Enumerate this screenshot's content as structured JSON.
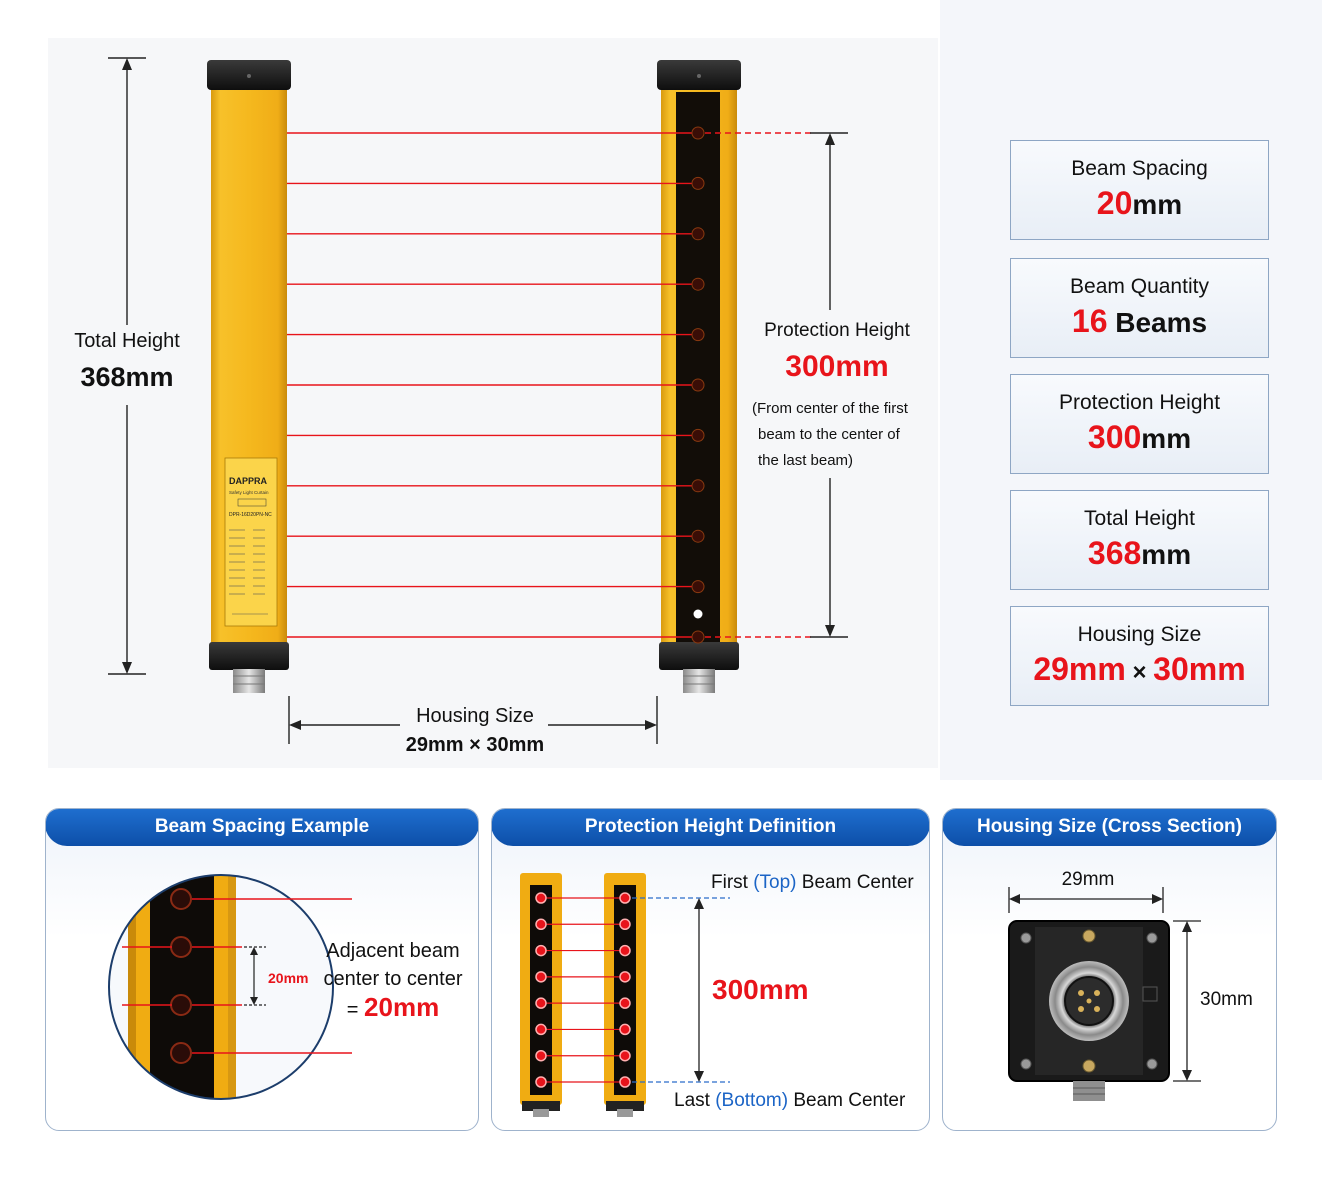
{
  "diagram": {
    "total_height_label": "Total Height",
    "total_height_value": "368mm",
    "protection_height_label": "Protection Height",
    "protection_height_value": "300mm",
    "protection_note": [
      "(From center of the first",
      "beam to the center of",
      "the last beam)"
    ],
    "housing_label": "Housing Size",
    "housing_value": "29mm × 30mm",
    "device_label": {
      "brand": "DAPPRA",
      "subtitle": "Safety Light Curtain",
      "model": "DPR-16D20PN-NC"
    },
    "beam_count": 11
  },
  "specs": [
    {
      "label": "Beam Spacing",
      "num": "20",
      "unit": "mm"
    },
    {
      "label": "Beam Quantity",
      "num": "16",
      "unit": " Beams"
    },
    {
      "label": "Protection Height",
      "num": "300",
      "unit": "mm"
    },
    {
      "label": "Total Height",
      "num": "368",
      "unit": "mm"
    },
    {
      "label": "Housing Size",
      "num": "29mm",
      "mid": " × ",
      "num2": "30mm"
    }
  ],
  "panels": {
    "beam_spacing": {
      "title": "Beam Spacing Example",
      "zoom_label": "20mm",
      "text_line1": "Adjacent beam",
      "text_line2": "center to center",
      "text_prefix": "= ",
      "text_value": "20mm"
    },
    "protection": {
      "title": "Protection Height Definition",
      "first_a": "First ",
      "first_b": "(Top)",
      "first_c": " Beam Center",
      "value": "300mm",
      "last_a": "Last ",
      "last_b": "(Bottom)",
      "last_c": " Beam Center"
    },
    "housing": {
      "title": "Housing Size (Cross Section)",
      "width": "29mm",
      "height": "30mm"
    }
  },
  "colors": {
    "housing_yellow": "#f3b41a",
    "beam_red": "#e8141b",
    "panel_blue": "#0d4fa8"
  }
}
